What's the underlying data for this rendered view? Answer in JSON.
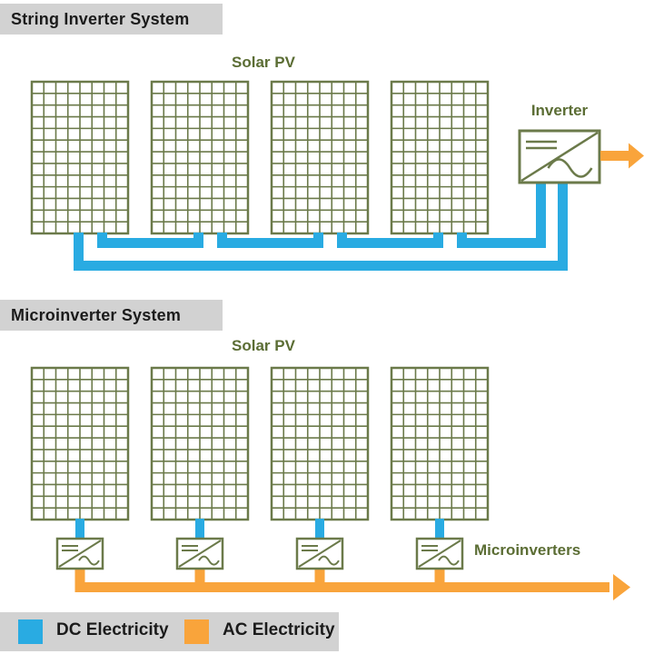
{
  "sections": {
    "string": {
      "title": "String Inverter System",
      "solar_pv_label": "Solar PV",
      "inverter_label": "Inverter"
    },
    "micro": {
      "title": "Microinverter System",
      "solar_pv_label": "Solar PV",
      "microinverters_label": "Microinverters"
    }
  },
  "legend": {
    "dc_label": "DC Electricity",
    "ac_label": "AC Electricity"
  },
  "colors": {
    "dc_blue": "#29ABE2",
    "ac_orange": "#F9A43B",
    "panel_olive": "#6B7A4A",
    "label_olive": "#5B6D34",
    "title_text": "#1B1B1B",
    "bar_gray": "#D2D2D2",
    "background": "#FFFFFF"
  },
  "diagram": {
    "panels_per_section": 4,
    "panel_columns": 8,
    "panel_rows": 13,
    "string_system": "four panels wired in series with DC to one central inverter, AC out",
    "micro_system": "each panel has its own microinverter, AC bus out"
  }
}
